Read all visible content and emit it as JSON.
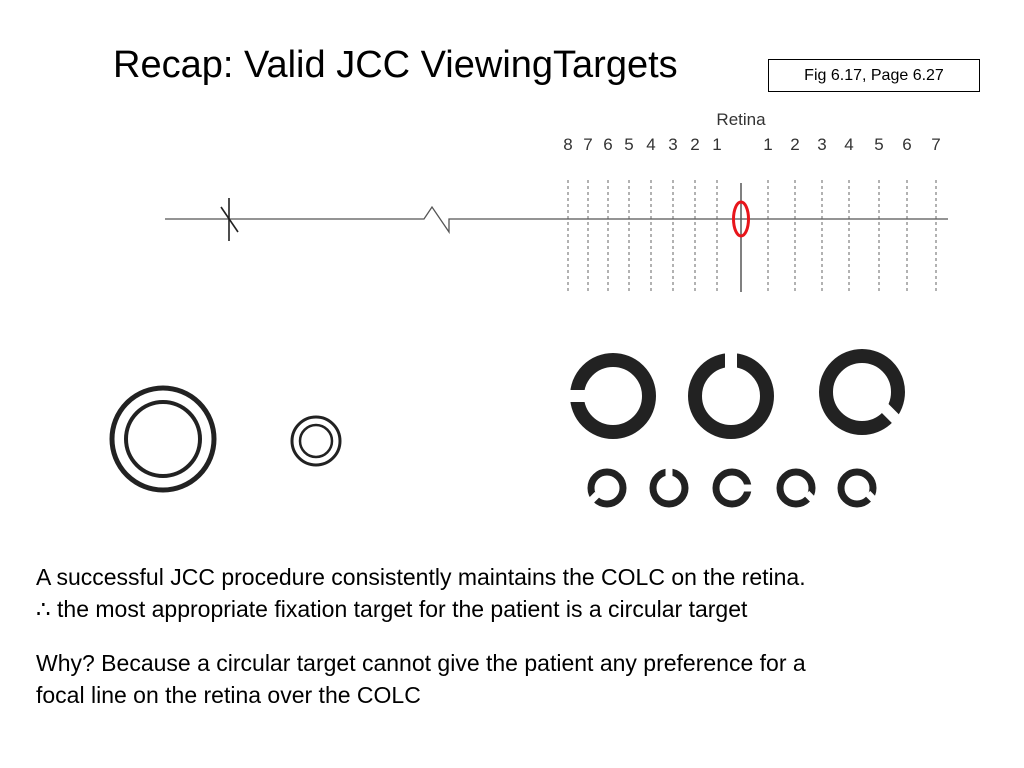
{
  "title": "Recap: Valid JCC ViewingTargets",
  "figure_ref": "Fig 6.17, Page 6.27",
  "diagram": {
    "retina_label": "Retina",
    "left_numbers": [
      "8",
      "7",
      "6",
      "5",
      "4",
      "3",
      "2",
      "1"
    ],
    "right_numbers": [
      "1",
      "2",
      "3",
      "4",
      "5",
      "6",
      "7"
    ],
    "colc_marker_color": "#e8151b",
    "line_color": "#555555"
  },
  "targets": {
    "concentric_circles_large": "concentric-rings",
    "concentric_circles_small": "concentric-rings",
    "landolt_large_gaps": [
      "left",
      "top",
      "bottom-right"
    ],
    "landolt_small_gaps": [
      "bottom-left",
      "top",
      "right",
      "bottom-right",
      "bottom-right"
    ]
  },
  "body": {
    "p1_line1": "A successful JCC procedure consistently maintains the COLC on the retina.",
    "p1_line2": "∴ the most appropriate fixation target for the patient is a circular target",
    "p2_line1": "Why?  Because a circular target cannot give the patient any preference for a",
    "p2_line2": "focal line on the retina over the COLC"
  }
}
